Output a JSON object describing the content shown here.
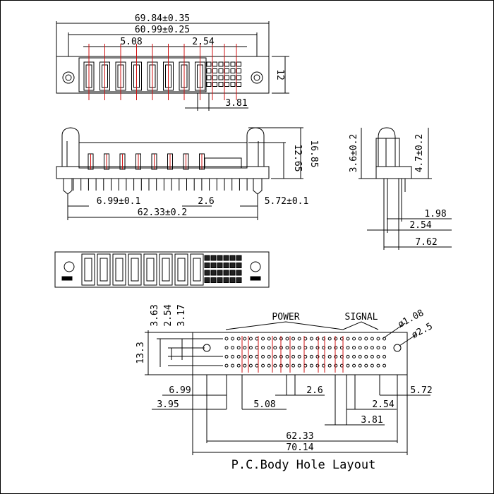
{
  "top_view": {
    "dim_overall": "69.84±0.35",
    "dim_inner": "60.99±0.25",
    "dim_power_pitch": "5.08",
    "dim_signal_pitch": "2.54",
    "dim_height": "12",
    "dim_signal_col": "3.81"
  },
  "front_view": {
    "dim_height_a": "12.65",
    "dim_height_b": "16.85",
    "dim_left_offset": "6.99±0.1",
    "dim_pitch": "2.6",
    "dim_right_offset": "5.72±0.1",
    "dim_overall": "62.33±0.2"
  },
  "side_view": {
    "dim_left": "3.6±0.2",
    "dim_right": "4.7±0.2",
    "dim_a": "1.98",
    "dim_b": "2.54",
    "dim_c": "7.62"
  },
  "layout": {
    "label_power": "POWER",
    "label_signal": "SIGNAL",
    "dim_hole_small": "ø1.08",
    "dim_hole_large": "ø2.5",
    "dim_v1": "3.63",
    "dim_v2": "2.54",
    "dim_v3": "3.17",
    "dim_height": "13.3",
    "dim_left_offset": "6.99",
    "dim_pin_pitch": "2.6",
    "dim_right_offset": "5.72",
    "dim_edge": "3.95",
    "dim_power_pitch": "5.08",
    "dim_signal_pitch": "2.54",
    "dim_signal_col": "3.81",
    "dim_span": "62.33",
    "dim_overall": "70.14",
    "title": "P.C.Body Hole Layout"
  }
}
